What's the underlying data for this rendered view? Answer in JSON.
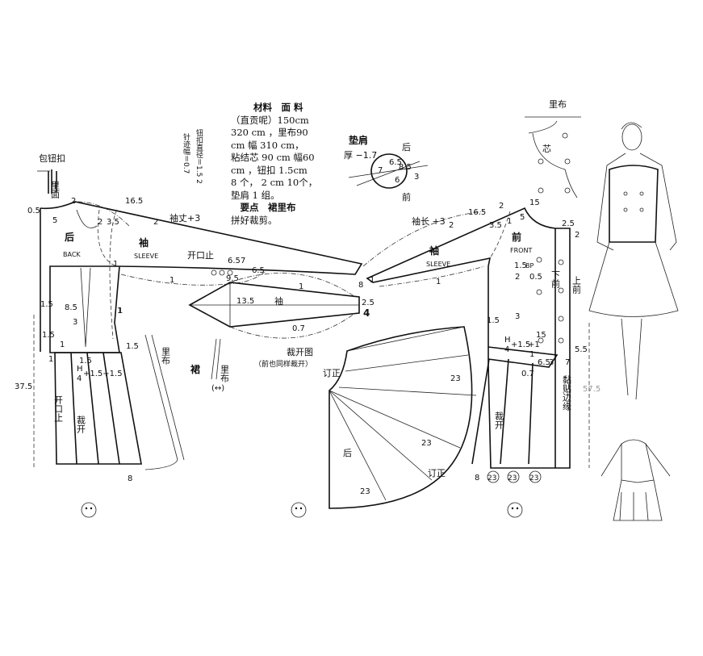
{
  "materials": {
    "lines": [
      "材料　面 料",
      "（直贡呢）150cm",
      "320 cm ，里布90",
      "cm 幅 310 cm，",
      "粘结芯 90 cm 幅60",
      "cm ，钮扣 1.5cm",
      "8 个， 2 cm 10个，",
      "垫肩 1 组。",
      "　要点　裙里布",
      "拼好裁剪。"
    ],
    "button_diameter": "钮扣直径＝1.5 2",
    "stitch_width": "针迹幅＝0.7"
  },
  "covered_button": {
    "label": "包钮扣",
    "inner": "里面"
  },
  "back_bodice": {
    "cn": "后",
    "en": "BACK",
    "sleeve_cn": "袖",
    "sleeve_en": "SLEEVE",
    "slit_end": "开口止",
    "sleeve_length": "袖丈+3",
    "nums": [
      "0.5",
      "2",
      "5",
      "16.5",
      "2",
      "3.5",
      "2",
      "6.5",
      "7",
      "6.5",
      "1",
      "9.5",
      "1",
      "1"
    ]
  },
  "shoulder_pad": {
    "title": "垫肩",
    "thickness": "厚 −1.7",
    "back": "后",
    "front": "前",
    "nums": [
      "7",
      "6.5",
      "8.5",
      "6",
      "3"
    ]
  },
  "front_bodice": {
    "lining": "里布",
    "interfacing": "芯",
    "cn": "前",
    "en": "FRONT",
    "sleeve_cn": "袖",
    "sleeve_en": "SLEEVE",
    "sleeve_length": "袖长 +3",
    "under_front": "下前",
    "upper_front": "上前",
    "bp": "BP",
    "nums": [
      "15",
      "2",
      "16.5",
      "2",
      "3.5",
      "1",
      "5",
      "2.5",
      "2",
      "8",
      "1",
      "1",
      "1.5",
      "2",
      "0.5"
    ]
  },
  "sleeve_cut": {
    "label": "袖",
    "title": "裁开图",
    "note": "（前也同样裁开）",
    "nums": [
      "13.5",
      "1",
      "2.5",
      "4",
      "0.7"
    ]
  },
  "skirt_lining": {
    "label": "裙",
    "lining": "里布",
    "arrow": "(↔)"
  },
  "back_skirt": {
    "slit_end": "开口止",
    "cut": "裁开",
    "length": "37.5",
    "formula_h": "H",
    "formula_4": "4",
    "formula_rest": "+1.5+1.5",
    "nums": [
      "1.5",
      "8.5",
      "3",
      "1",
      "1.5",
      "1",
      "1",
      "1.5",
      "1.5",
      "8"
    ]
  },
  "flare_skirt": {
    "correction": "订正",
    "back": "后",
    "nums": [
      "23",
      "23",
      "23"
    ]
  },
  "front_skirt": {
    "cut": "裁开",
    "interfacing_edge": "黏贴边缘",
    "length": "57.5",
    "formula_h": "H",
    "formula_4": "4",
    "formula_rest": "+1.5",
    "nums": [
      "15",
      "3",
      "1.5",
      "5.5",
      "0.7",
      "6.5",
      "3",
      "7",
      "+1",
      "1",
      "8"
    ],
    "circled": [
      "23",
      "23",
      "23"
    ]
  }
}
